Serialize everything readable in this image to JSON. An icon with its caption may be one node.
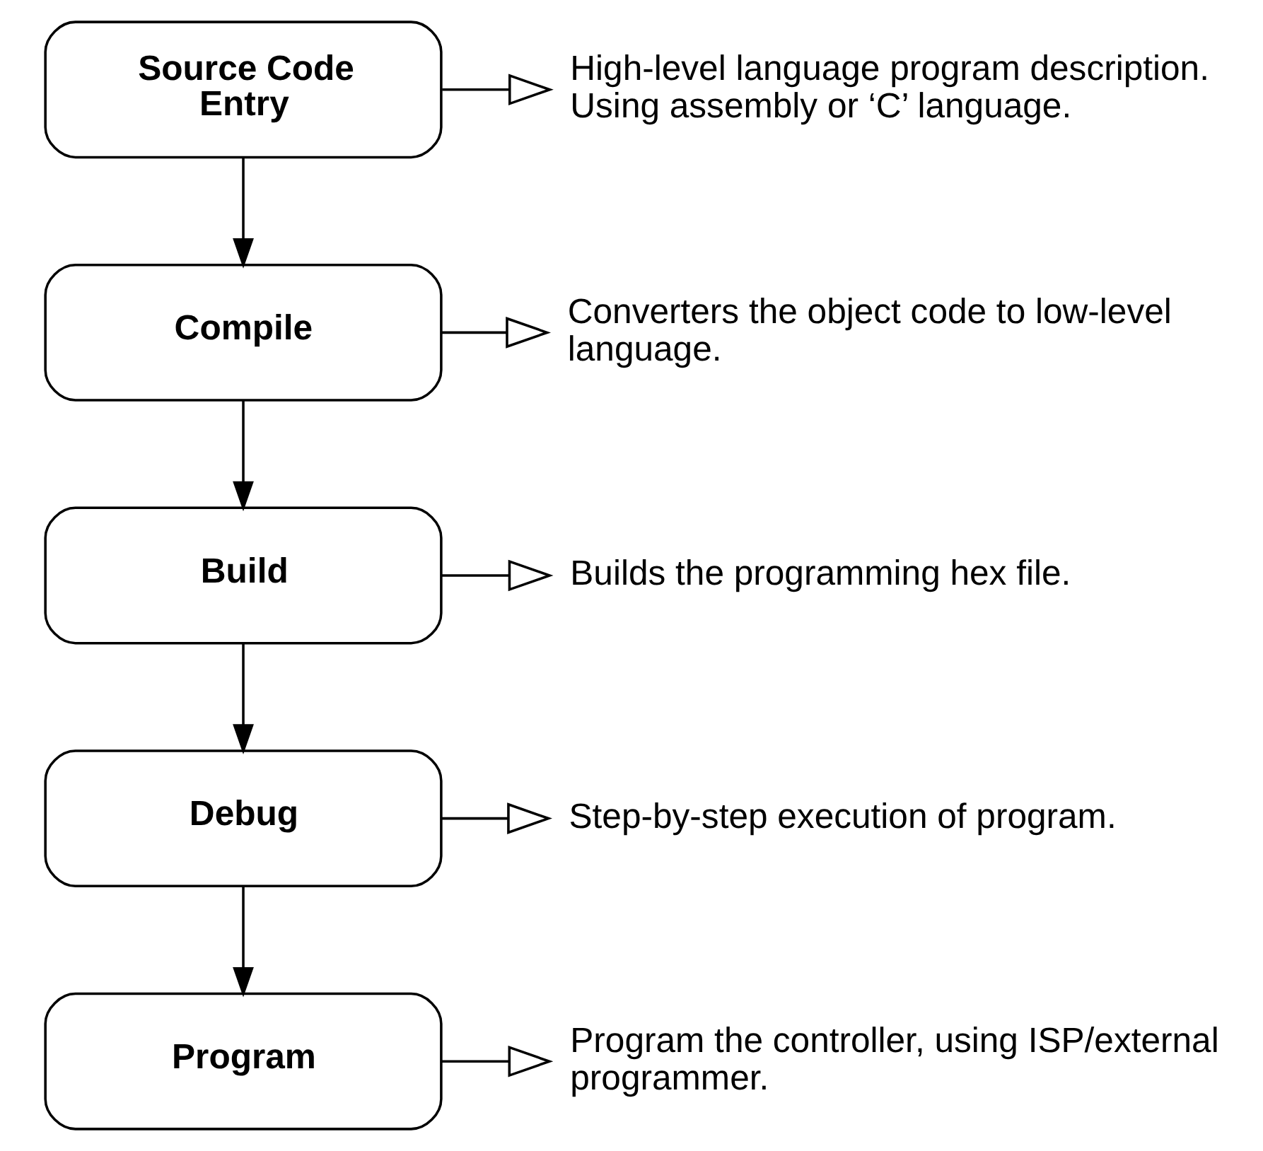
{
  "diagram": {
    "nodes": [
      {
        "text": [
          "Source Code Entry"
        ]
      },
      {
        "text": [
          "High-level language program description. Using assembly or ‘C’ language."
        ]
      },
      {
        "text": [
          "Compile"
        ]
      },
      {
        "text": [
          "Converters the object code to low-level language."
        ]
      },
      {
        "text": [
          "Build"
        ]
      },
      {
        "text": [
          "Builds the programming hex file."
        ]
      },
      {
        "text": [
          "Debug"
        ]
      },
      {
        "text": [
          "Step-by-step execution of program."
        ]
      },
      {
        "text": [
          "Program"
        ]
      },
      {
        "text": [
          "Program the controller, using ISP/external programmer."
        ]
      }
    ],
    "edges": [
      {
        "from": 0,
        "to": 1,
        "arrow": "to"
      },
      {
        "from": 0,
        "to": 2,
        "arrow": "to"
      },
      {
        "from": 2,
        "to": 3,
        "arrow": "to"
      },
      {
        "from": 2,
        "to": 4,
        "arrow": "to"
      },
      {
        "from": 4,
        "to": 5,
        "arrow": "to"
      },
      {
        "from": 4,
        "to": 6,
        "arrow": "to"
      },
      {
        "from": 6,
        "to": 7,
        "arrow": "to"
      },
      {
        "from": 6,
        "to": 8,
        "arrow": "to"
      },
      {
        "from": 8,
        "to": 9,
        "arrow": "to"
      }
    ]
  }
}
